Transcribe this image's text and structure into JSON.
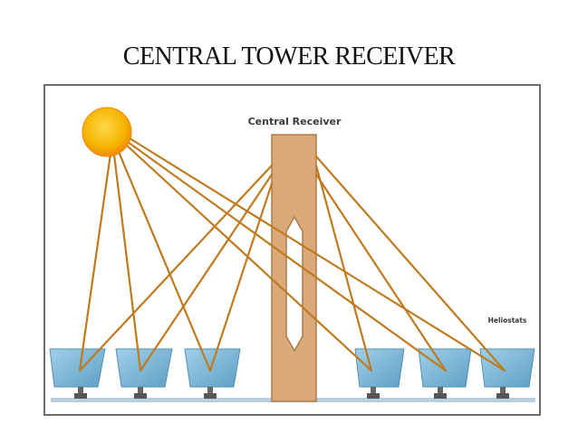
{
  "title": "CENTRAL TOWER RECEIVER",
  "diagram": {
    "receiver_label": "Central Receiver",
    "heliostats_label": "Heliostats",
    "colors": {
      "sun": "#f5b400",
      "sun_edge": "#f08a00",
      "rays": "#c07a1e",
      "tower": "#d9a97a",
      "tower_edge": "#b07a4a",
      "mirror": "#7fb8d6",
      "ground": "#b9cfe0"
    },
    "icons": [
      "sun-icon",
      "tower-icon",
      "heliostat-mirror-icon"
    ]
  }
}
